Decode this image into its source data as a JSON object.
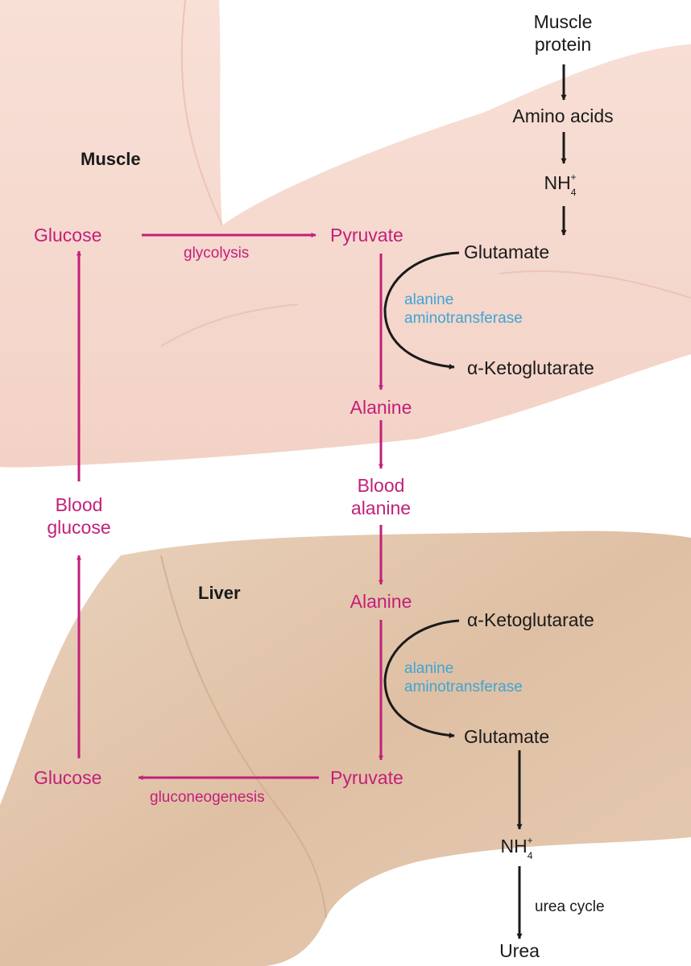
{
  "colors": {
    "pathway": "#c2207a",
    "enzyme": "#3ea5d4",
    "text": "#1a1a1a",
    "muscle_tissue": "#f6d9cf",
    "liver_tissue": "#e4c8b0"
  },
  "muscle": {
    "region_label": "Muscle",
    "protein_source": [
      "Muscle",
      "protein"
    ],
    "amino_acids": "Amino acids",
    "ammonium": {
      "base": "NH",
      "sub": "4",
      "sup": "+"
    },
    "glucose": "Glucose",
    "glycolysis": "glycolysis",
    "pyruvate": "Pyruvate",
    "glutamate": "Glutamate",
    "enzyme": [
      "alanine",
      "aminotransferase"
    ],
    "alpha_ketoglutarate": "α-Ketoglutarate",
    "alanine": "Alanine"
  },
  "blood": {
    "alanine": [
      "Blood",
      "alanine"
    ],
    "glucose": [
      "Blood",
      "glucose"
    ]
  },
  "liver": {
    "region_label": "Liver",
    "alanine": "Alanine",
    "alpha_ketoglutarate": "α-Ketoglutarate",
    "enzyme": [
      "alanine",
      "aminotransferase"
    ],
    "glutamate": "Glutamate",
    "pyruvate": "Pyruvate",
    "gluconeogenesis": "gluconeogenesis",
    "glucose": "Glucose",
    "ammonium": {
      "base": "NH",
      "sub": "4",
      "sup": "+"
    },
    "urea_cycle": "urea cycle",
    "urea": "Urea"
  }
}
